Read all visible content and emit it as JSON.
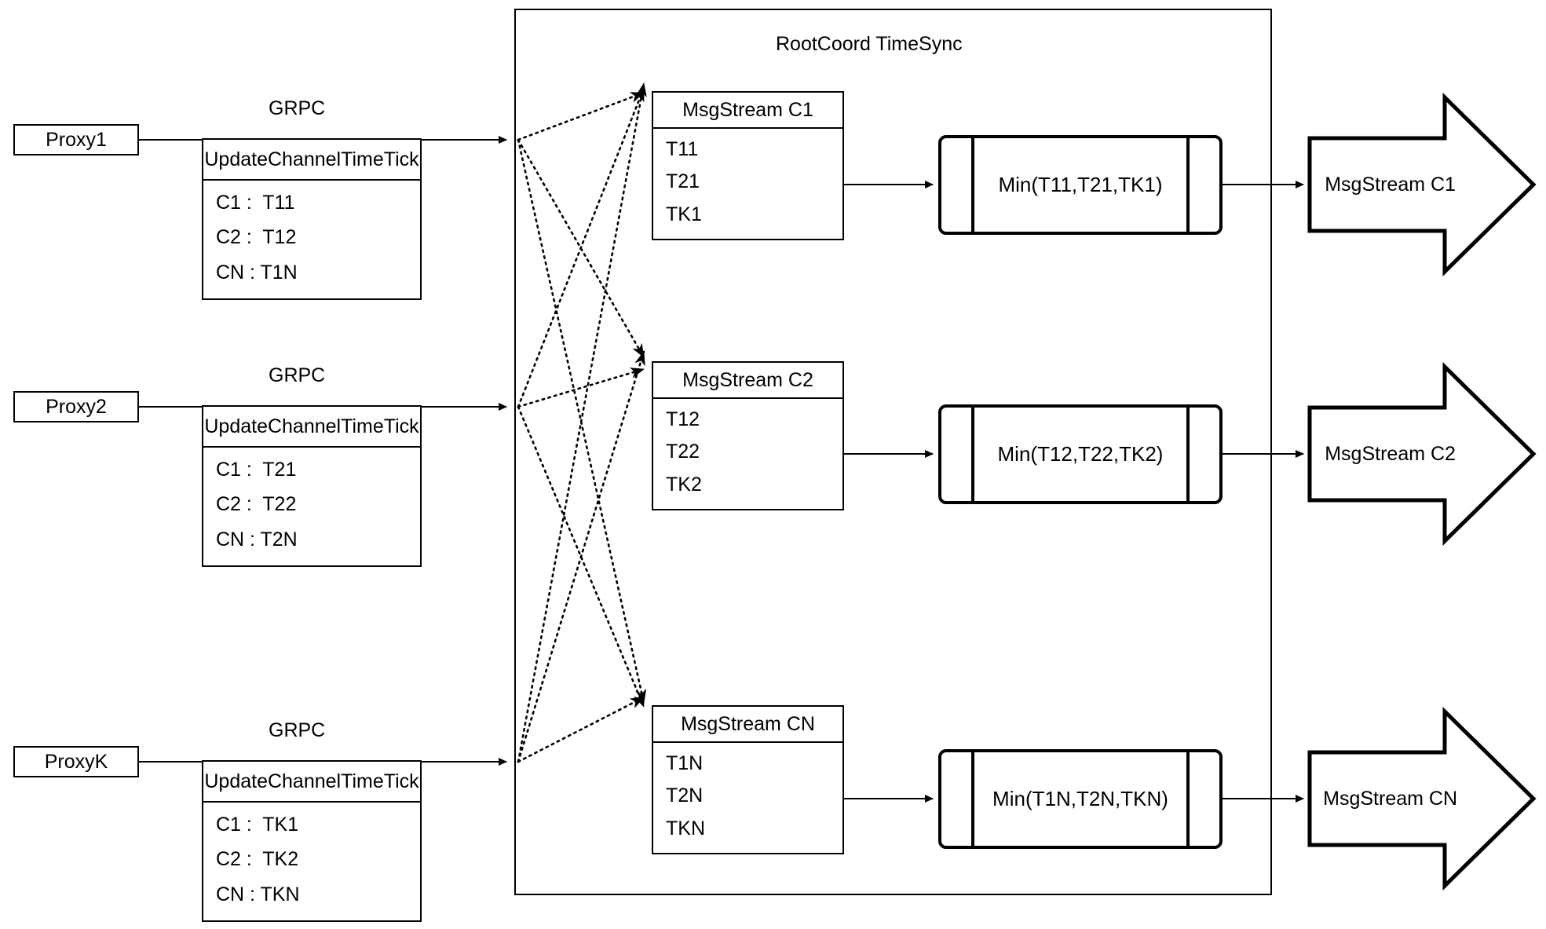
{
  "diagram": {
    "title": "RootCoord TimeSync",
    "container_label": "RootCoord TimeSync"
  },
  "rows": [
    {
      "proxy": "Proxy1",
      "grpc_label": "GRPC",
      "request": {
        "header": "UpdateChannelTimeTick",
        "entries": [
          "C1 :  T11",
          "C2 :  T12",
          "CN : T1N"
        ]
      },
      "msgstream": {
        "header": "MsgStream C1",
        "entries": [
          "T11",
          "T21",
          "TK1"
        ]
      },
      "min_label": "Min(T11,T21,TK1)",
      "output_label": "MsgStream C1"
    },
    {
      "proxy": "Proxy2",
      "grpc_label": "GRPC",
      "request": {
        "header": "UpdateChannelTimeTick",
        "entries": [
          "C1 :  T21",
          "C2 :  T22",
          "CN : T2N"
        ]
      },
      "msgstream": {
        "header": "MsgStream C2",
        "entries": [
          "T12",
          "T22",
          "TK2"
        ]
      },
      "min_label": "Min(T12,T22,TK2)",
      "output_label": "MsgStream C2"
    },
    {
      "proxy": "ProxyK",
      "grpc_label": "GRPC",
      "request": {
        "header": "UpdateChannelTimeTick",
        "entries": [
          "C1 :  TK1",
          "C2 :  TK2",
          "CN : TKN"
        ]
      },
      "msgstream": {
        "header": "MsgStream CN",
        "entries": [
          "T1N",
          "T2N",
          "TKN"
        ]
      },
      "min_label": "Min(T1N,T2N,TKN)",
      "output_label": "MsgStream CN"
    }
  ],
  "colors": {
    "stroke": "#000000",
    "background": "#ffffff"
  }
}
